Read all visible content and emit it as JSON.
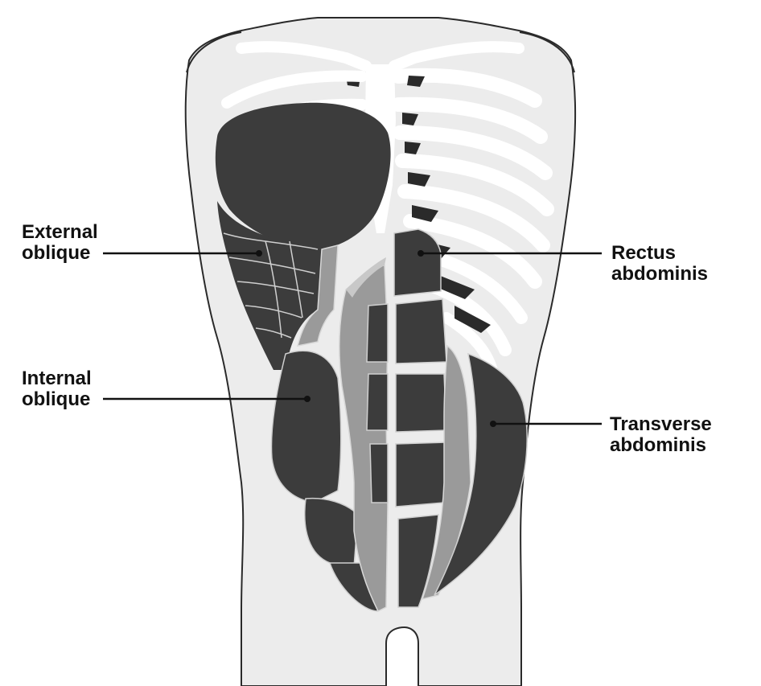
{
  "labels": {
    "external_oblique": {
      "line1": "External",
      "line2": "oblique"
    },
    "internal_oblique": {
      "line1": "Internal",
      "line2": "oblique"
    },
    "rectus_abdominis": {
      "line1": "Rectus",
      "line2": "abdominis"
    },
    "transverse_abdominis": {
      "line1": "Transverse",
      "line2": "abdominis"
    }
  },
  "colors": {
    "body_fill": "#ececec",
    "body_outline": "#2a2a2a",
    "bone": "#ffffff",
    "muscle_dark": "#3c3c3c",
    "muscle_mid": "#9a9a9a",
    "muscle_light": "#c8c8c8",
    "leader_line": "#111111"
  }
}
